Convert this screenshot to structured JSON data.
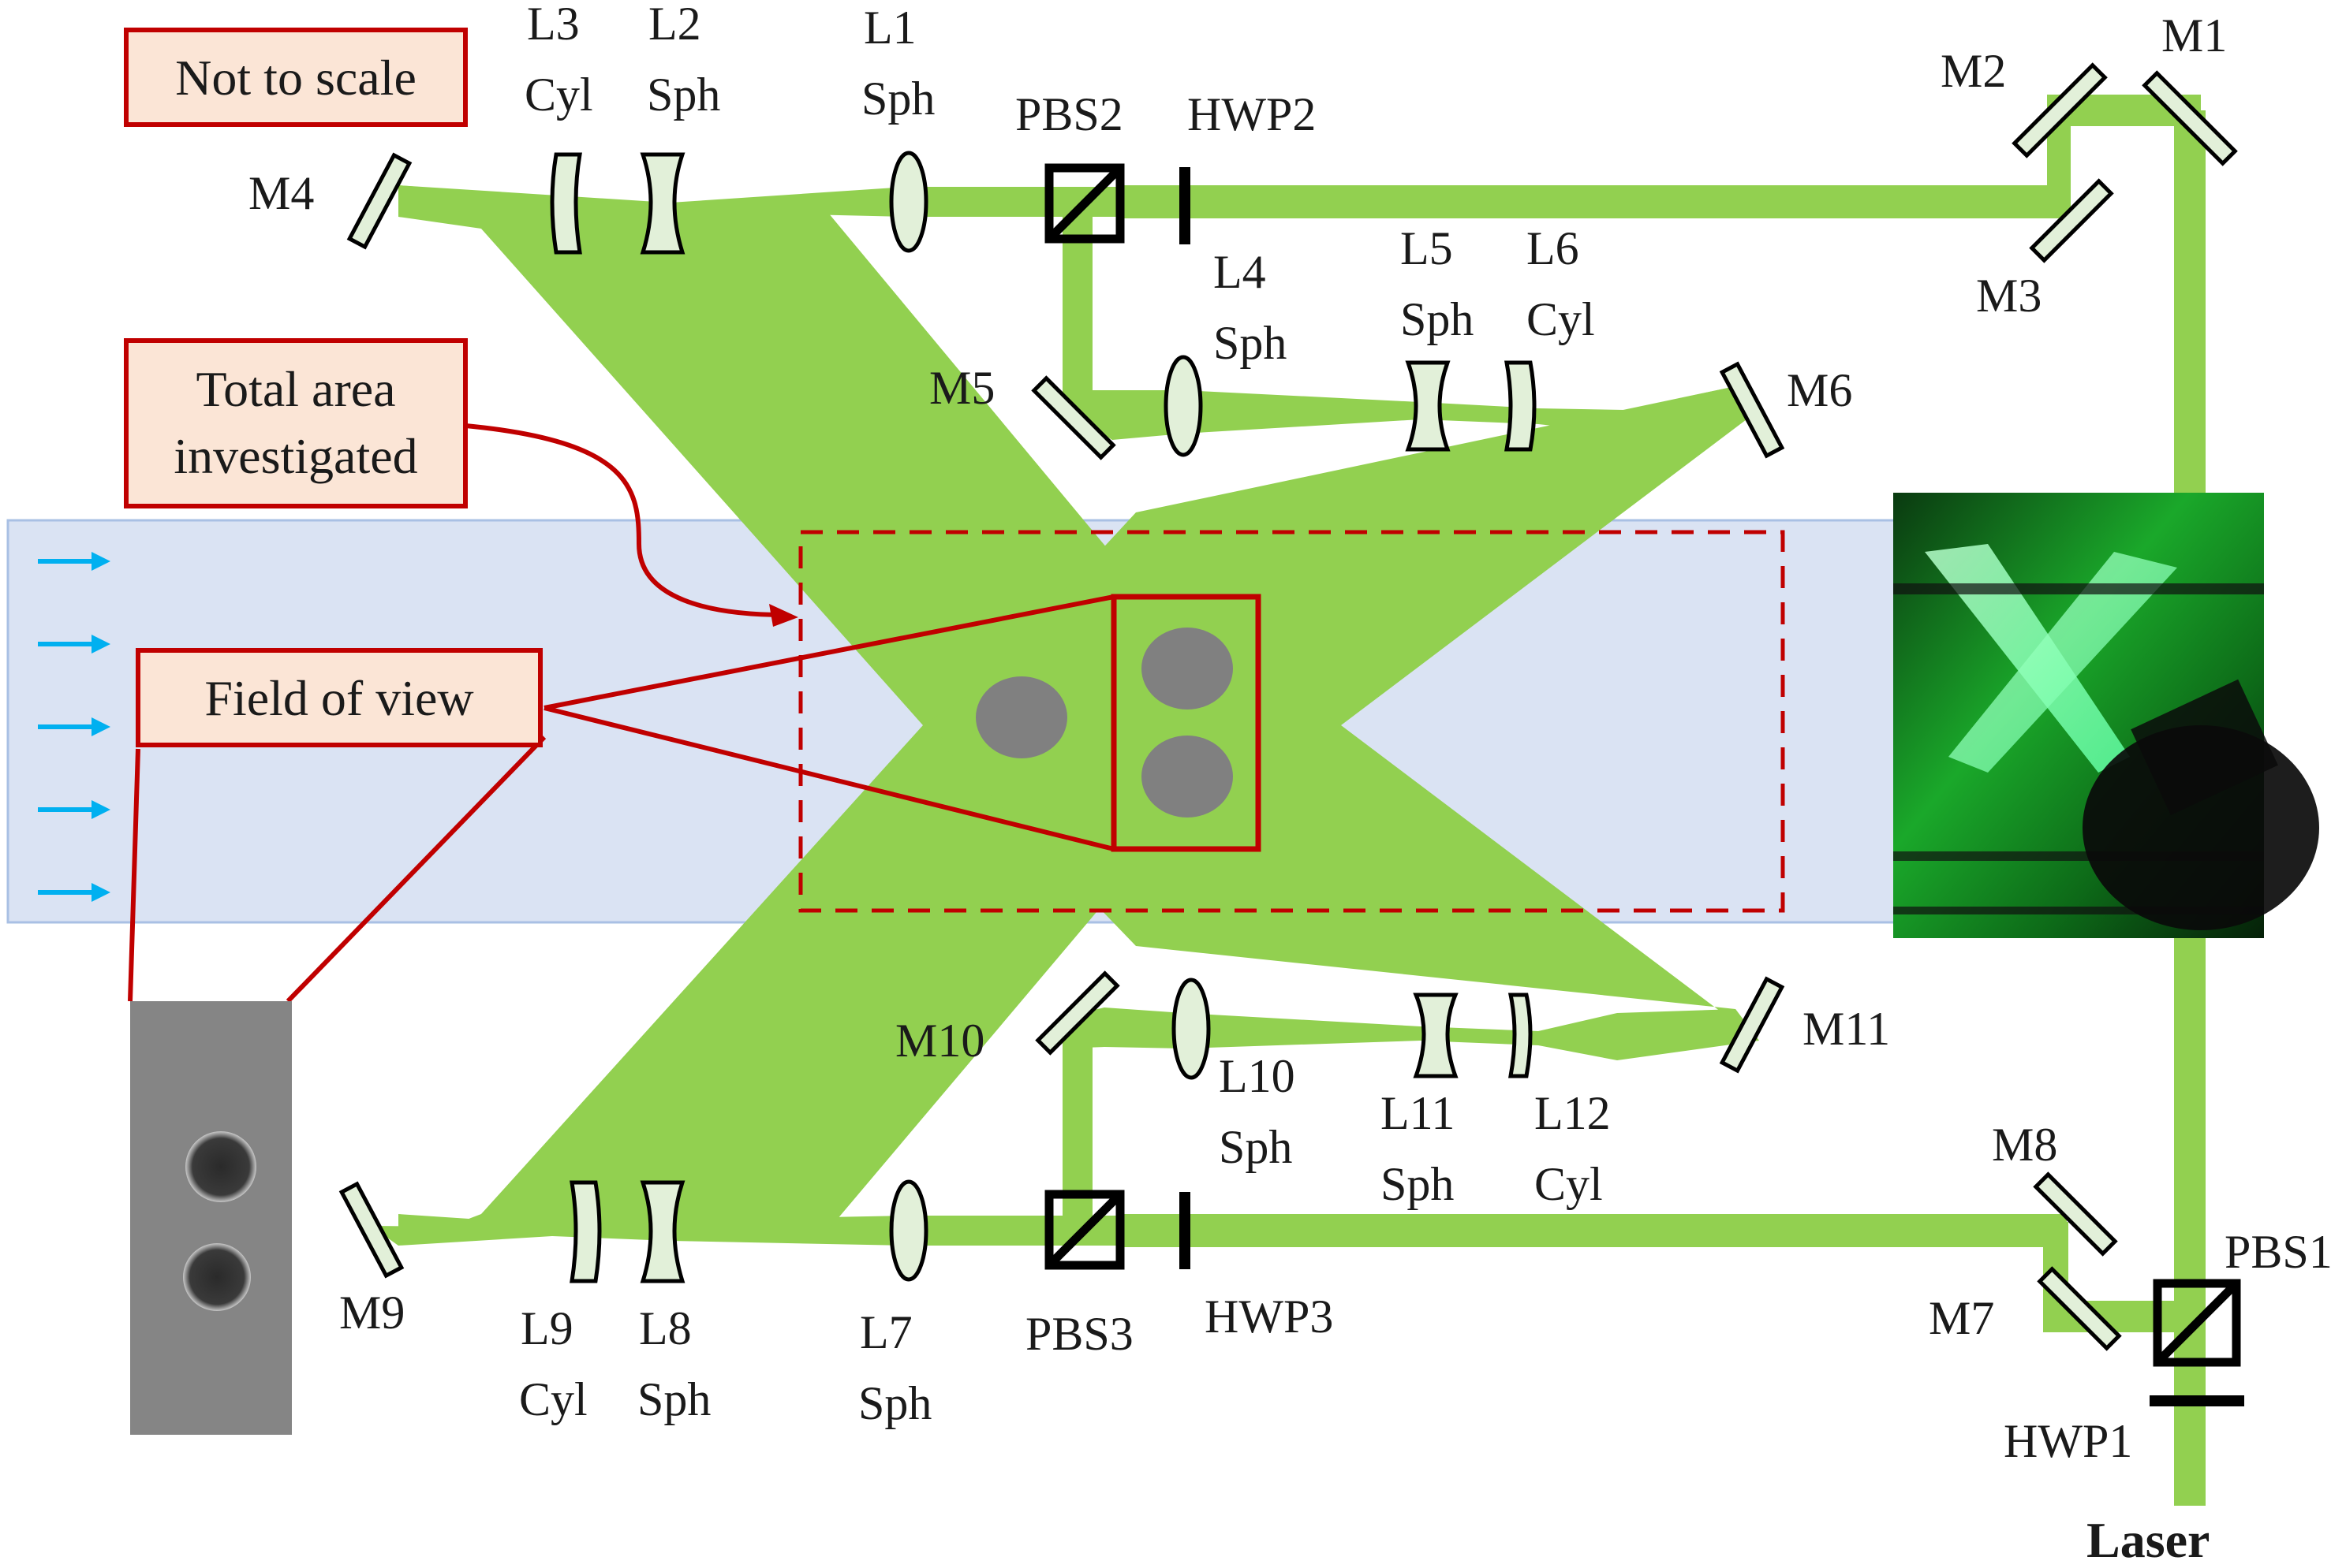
{
  "colors": {
    "beam": "#92d050",
    "channel": "#dae3f3",
    "channel_border": "#a9c0e4",
    "annotation": "#c00000",
    "callout_fill": "#fbe5d6",
    "optic_fill": "#e2f0d9",
    "particle": "#808080",
    "flow_arrow": "#00b0f0"
  },
  "callouts": {
    "scale_note": "Not to scale",
    "total_area_line1": "Total area",
    "total_area_line2": "investigated",
    "field_of_view": "Field of  view"
  },
  "source_label": "Laser",
  "components": {
    "M1": "M1",
    "M2": "M2",
    "M3": "M3",
    "M4": "M4",
    "M5": "M5",
    "M6": "M6",
    "M7": "M7",
    "M8": "M8",
    "M9": "M9",
    "M10": "M10",
    "M11": "M11",
    "L1": "L1",
    "L2": "L2",
    "L3": "L3",
    "L4": "L4",
    "L5": "L5",
    "L6": "L6",
    "L7": "L7",
    "L8": "L8",
    "L9": "L9",
    "L10": "L10",
    "L11": "L11",
    "L12": "L12",
    "PBS1": "PBS1",
    "PBS2": "PBS2",
    "PBS3": "PBS3",
    "HWP1": "HWP1",
    "HWP2": "HWP2",
    "HWP3": "HWP3"
  },
  "lens_types": {
    "sph": "Sph",
    "cyl": "Cyl"
  },
  "icons": [
    "flow-arrow-icon",
    "photo-laser-sheet",
    "photo-particles-closeup"
  ]
}
